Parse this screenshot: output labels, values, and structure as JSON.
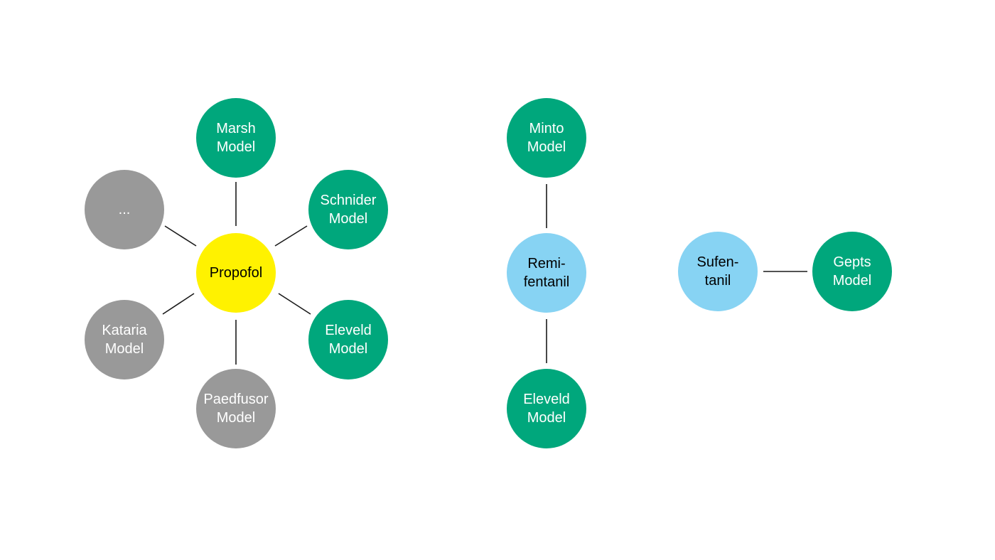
{
  "diagram": {
    "groups": [
      {
        "hub": {
          "label": "Propofol",
          "color": "#fff200"
        },
        "models": [
          {
            "label": "Marsh\nModel",
            "color": "#00a77c"
          },
          {
            "label": "Schnider\nModel",
            "color": "#00a77c"
          },
          {
            "label": "Eleveld\nModel",
            "color": "#00a77c"
          },
          {
            "label": "Paedfusor\nModel",
            "color": "#999999"
          },
          {
            "label": "Kataria\nModel",
            "color": "#999999"
          },
          {
            "label": "...",
            "color": "#999999"
          }
        ]
      },
      {
        "hub": {
          "label": "Remi-\nfentanil",
          "color": "#87d3f3"
        },
        "models": [
          {
            "label": "Minto\nModel",
            "color": "#00a77c"
          },
          {
            "label": "Eleveld\nModel",
            "color": "#00a77c"
          }
        ]
      },
      {
        "hub": {
          "label": "Sufen-\ntanil",
          "color": "#87d3f3"
        },
        "models": [
          {
            "label": "Gepts\nModel",
            "color": "#00a77c"
          }
        ]
      }
    ]
  }
}
